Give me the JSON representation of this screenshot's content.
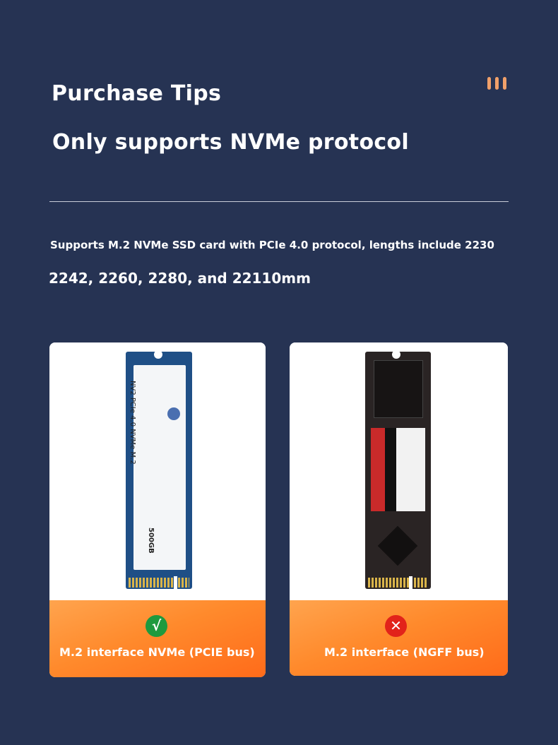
{
  "header": {
    "title": "Purchase Tips",
    "subtitle": "Only supports NVMe protocol"
  },
  "description": {
    "line1": "Supports M.2 NVMe SSD card with PCIe 4.0 protocol, lengths include 2230",
    "line2": "2242, 2260, 2280, and 22110mm"
  },
  "cards": [
    {
      "badge": "√",
      "label": "M.2 interface NVMe (PCIE bus)",
      "ssd_text": "NV2 PCIe 4.0 NVMe M.2",
      "capacity": "500GB"
    },
    {
      "badge": "✕",
      "label": "M.2 interface (NGFF bus)"
    }
  ],
  "colors": {
    "background": "#263353",
    "accent": "#ff8a2c",
    "ok": "#1e9a3e",
    "bad": "#e2231a"
  }
}
